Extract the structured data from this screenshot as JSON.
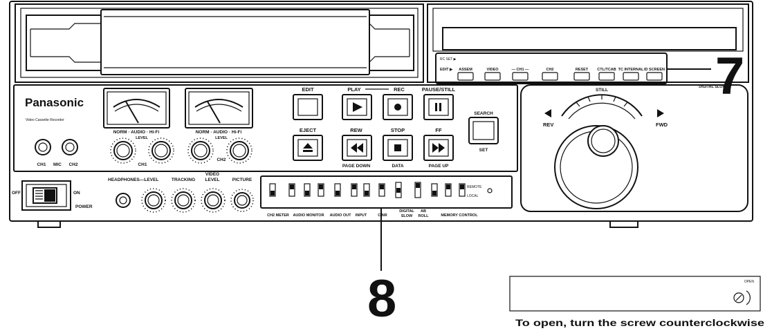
{
  "callouts": {
    "seven": "7",
    "eight": "8"
  },
  "brand": {
    "name": "Panasonic",
    "model": "Video Cassette Recorder"
  },
  "edit_panel": {
    "header": "RC SET ▶",
    "mode_label": "EDIT ▶",
    "buttons": [
      {
        "label": "ASSEM"
      },
      {
        "label": "VIDEO"
      },
      {
        "label": "— CH1 —"
      },
      {
        "label": "CH2"
      },
      {
        "label": "RESET"
      },
      {
        "label": "CTL/TCAB"
      },
      {
        "label": "TC INTERNAL"
      },
      {
        "label": "ID SCREEN"
      }
    ]
  },
  "mic_inputs": {
    "ch1": "CH1",
    "mic": "MIC",
    "ch2": "CH2"
  },
  "audio_levels": [
    {
      "mode": "NORM · AUDIO · Hi-Fi",
      "level": "LEVEL",
      "channel": "CH1"
    },
    {
      "mode": "NORM · AUDIO · Hi-Fi",
      "level": "LEVEL",
      "channel": "CH2"
    }
  ],
  "transport": {
    "edit": "EDIT",
    "play": "PLAY",
    "rec": "REC",
    "pause_still": "PAUSE/STILL",
    "eject": "EJECT",
    "rew": "REW",
    "stop": "STOP",
    "ff": "FF",
    "page_down": "PAGE DOWN",
    "data": "DATA",
    "page_up": "PAGE UP"
  },
  "search": {
    "top": "SEARCH",
    "bottom": "SET"
  },
  "jog_dial": {
    "still": "STILL",
    "digital_slow": "DIGITAL SLOW",
    "rev": "REV",
    "fwd": "FWD"
  },
  "power": {
    "off": "OFF",
    "on": "ON",
    "label": "POWER"
  },
  "front_controls": {
    "headphones": "HEADPHONES—LEVEL",
    "tracking": "TRACKING",
    "video_level": [
      "VIDEO",
      "LEVEL"
    ],
    "picture": "PICTURE"
  },
  "switch_panel": {
    "remote": "REMOTE",
    "local": "LOCAL",
    "labels": [
      "CH2 METER",
      "AUDIO MONITOR",
      "AUDIO OUT",
      "INPUT",
      "CINR",
      "DIGITAL",
      "SLOW",
      "AB",
      "ROLL",
      "MEMORY CONTROL"
    ]
  },
  "cover_panel": {
    "open": "OPEN",
    "caption": "To open, turn the screw counterclockwise"
  },
  "icons": [
    "play-icon",
    "record-icon",
    "pause-icon",
    "eject-icon",
    "rewind-icon",
    "stop-icon",
    "fast-forward-icon",
    "rev-arrow-icon",
    "fwd-arrow-icon",
    "screw-icon"
  ],
  "colors": {
    "ink": "#111111",
    "paper": "#ffffff"
  }
}
